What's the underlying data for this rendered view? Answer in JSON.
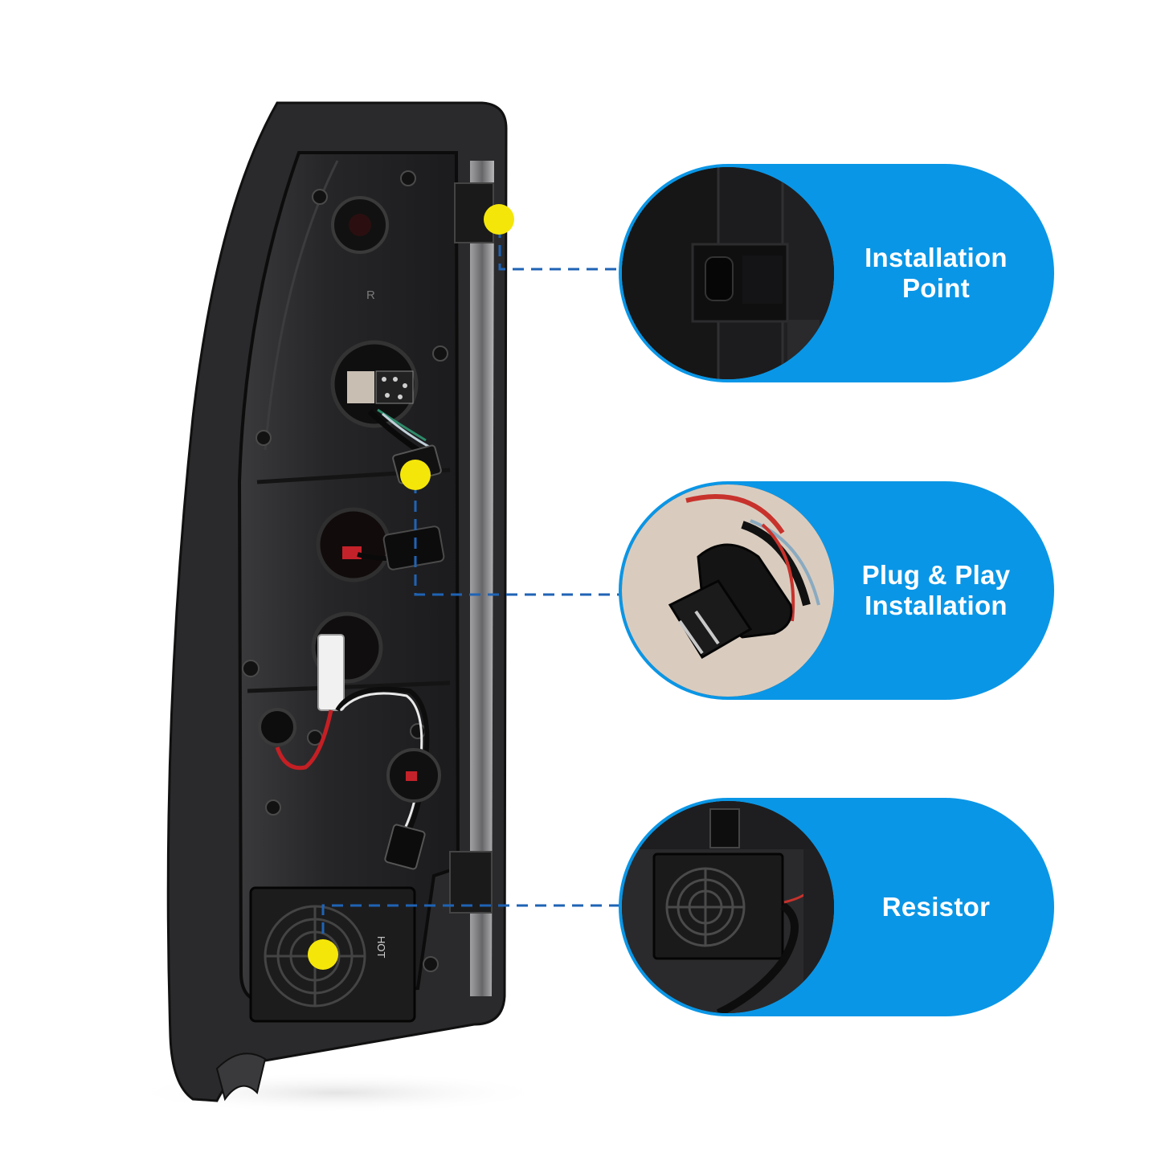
{
  "colors": {
    "accent": "#0a96e6",
    "marker": "#f5e60a",
    "connector": "#1f63b5"
  },
  "callouts": [
    {
      "label_lines": [
        "Installation",
        "Point"
      ],
      "photo": "tab-clip-closeup"
    },
    {
      "label_lines": [
        "Plug & Play",
        "Installation"
      ],
      "photo": "connector-plug-closeup"
    },
    {
      "label_lines": [
        "Resistor"
      ],
      "photo": "resistor-closeup"
    }
  ],
  "housing_text": {
    "reverse_mark": "R",
    "resistor_mark": "HOT"
  }
}
